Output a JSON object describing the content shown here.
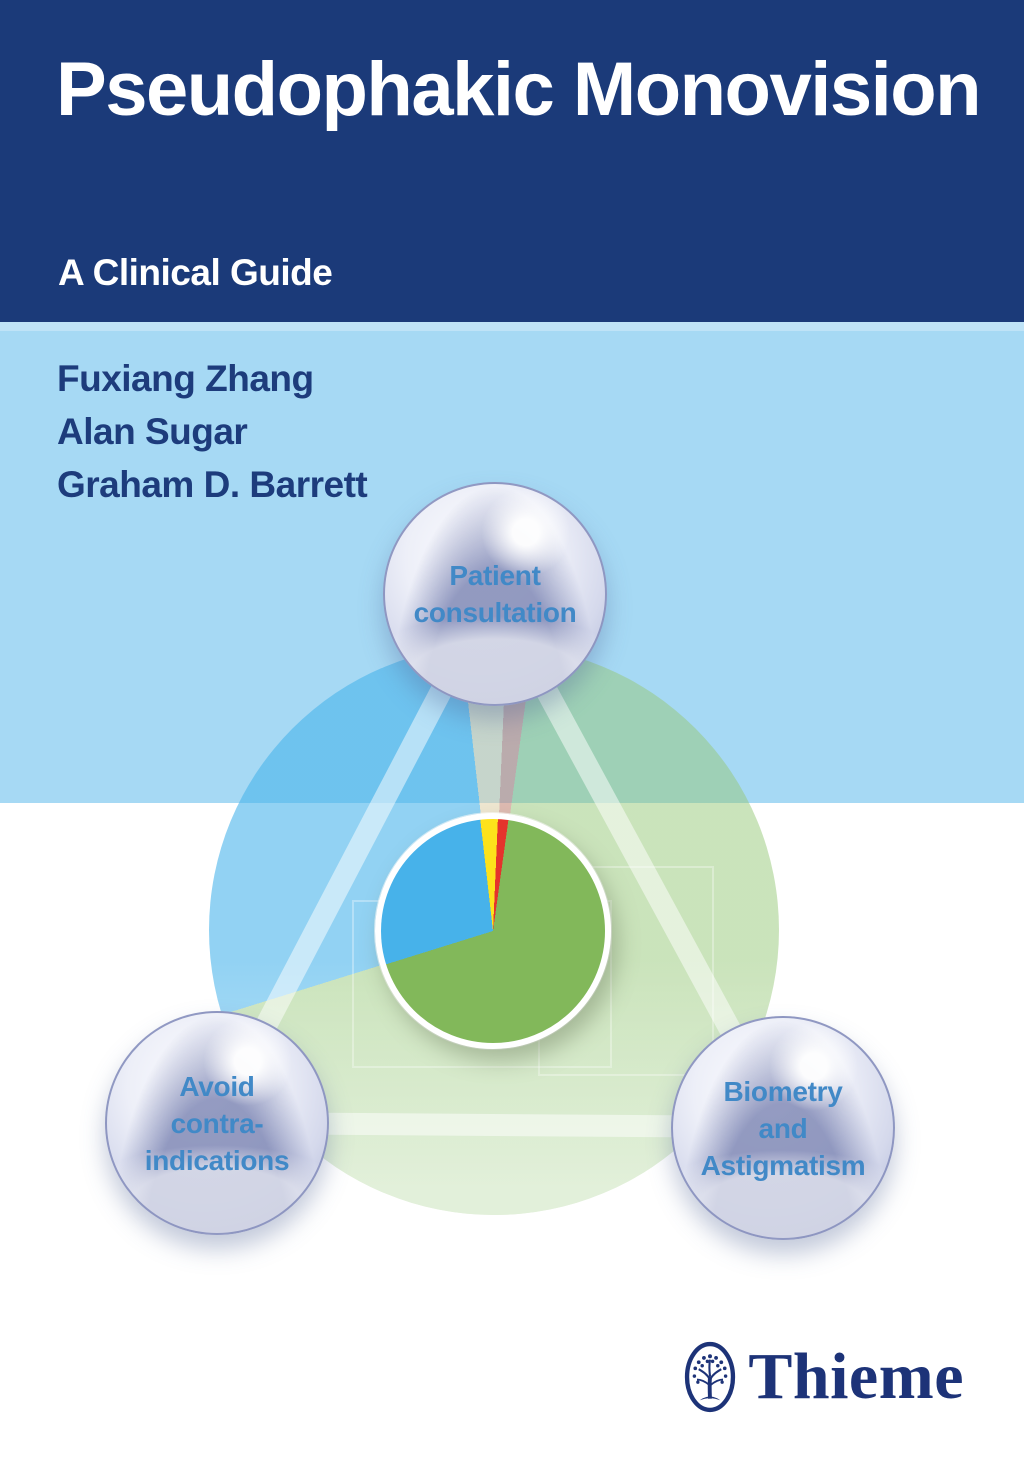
{
  "header": {
    "title": "Pseudophakic Monovision",
    "subtitle": "A Clinical Guide"
  },
  "authors": {
    "names": [
      "Fuxiang Zhang",
      "Alan Sugar",
      "Graham D. Barrett"
    ]
  },
  "diagram": {
    "bubbles": [
      {
        "id": "patient-consultation",
        "lines": [
          "Patient",
          "consultation"
        ]
      },
      {
        "id": "avoid-contraindications",
        "lines": [
          "Avoid",
          "contra-",
          "indications"
        ]
      },
      {
        "id": "biometry-astigmatism",
        "lines": [
          "Biometry",
          "and",
          "Astigmatism"
        ]
      }
    ]
  },
  "chart_data": {
    "type": "pie",
    "title": "",
    "legend": false,
    "labels_visible": false,
    "start_angle_deg": -6.5,
    "direction": "clockwise-from-top",
    "slices": [
      {
        "label": "yellow-slice",
        "value": 2.5,
        "color": "#fde21b",
        "muted": "rgba(225,210,170,0.55)"
      },
      {
        "label": "red-slice",
        "value": 1.5,
        "color": "#e5332c",
        "muted": "rgba(200,140,125,0.60)"
      },
      {
        "label": "green-slice",
        "value": 68.0,
        "color": "#82b85a",
        "muted": "rgba(150,200,120,0.50)"
      },
      {
        "label": "blue-slice",
        "value": 28.0,
        "color": "#47b2ea",
        "muted": "rgba(73,180,235,0.60)"
      }
    ]
  },
  "publisher": {
    "name": "Thieme",
    "logo_icon": "thieme-tree-icon"
  },
  "colors": {
    "header_bg": "#1b3a79",
    "stripe": "#bfe3f7",
    "band_bg": "#a6d9f4",
    "author_text": "#1d3c7c",
    "bubble_label": "#4189c7",
    "thieme_navy": "#1d3378",
    "triangle": "rgba(255,255,255,0.5)"
  }
}
